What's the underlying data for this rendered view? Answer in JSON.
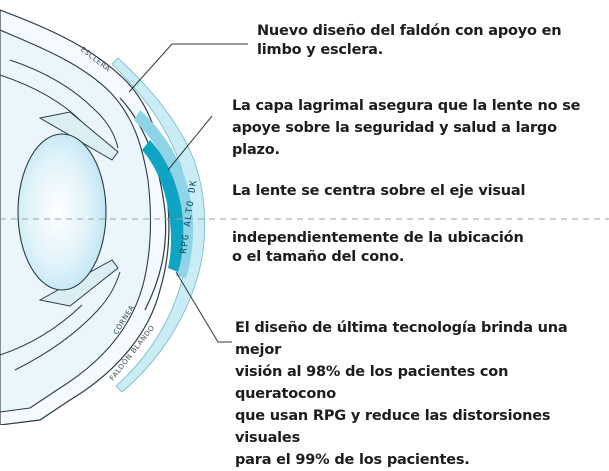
{
  "callouts": {
    "skirt_design": "Nuevo diseño del faldón con apoyo en\nlimbo y esclera.",
    "tear_layer": "La capa lagrimal asegura que la lente no se\napoye sobre la seguridad y salud a largo plazo.",
    "centering": "La lente se centra sobre el eje visual",
    "independent": "independientemente de la ubicación\no el tamaño del cono.",
    "technology": "El diseño de última tecnología brinda una mejor\nvisión al 98% de los pacientes con queratocono\nque usan RPG y reduce las distorsiones visuales\npara el 99% de los pacientes."
  },
  "eye_labels": {
    "sclera": "ESCLERA",
    "cornea": "CÓRNEA",
    "soft_skirt": "FALDÓN BLANDO",
    "lens": "RPG ALTO DK"
  },
  "colors": {
    "lens_core": "#0ea5c4",
    "lens_skirt": "#8fd3e6",
    "lens_light": "#c9ecf5",
    "eye_fill": "#eaf6fb",
    "outline": "#2e3a40",
    "axis_line": "#9aa3a8"
  }
}
